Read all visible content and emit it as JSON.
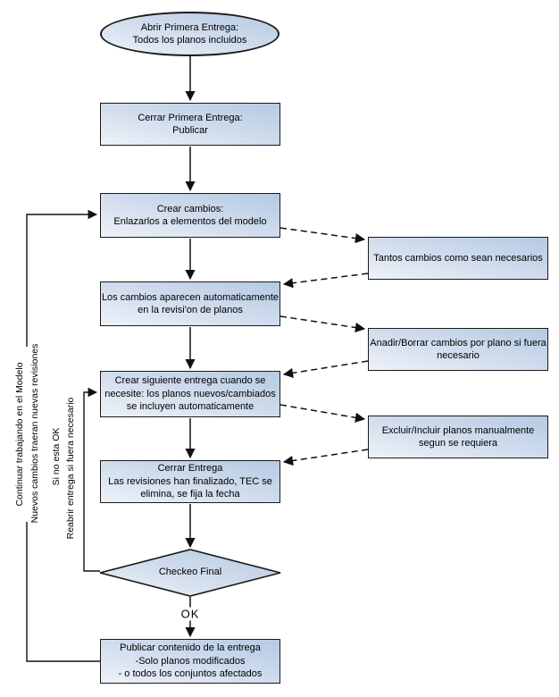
{
  "nodes": {
    "start": {
      "shape": "ellipse",
      "lines": [
        "Abrir Primera Entrega:",
        "Todos los planos incluidos"
      ]
    },
    "close_first_delivery": {
      "shape": "rect",
      "lines": [
        "Cerrar Primera Entrega:",
        "Publicar"
      ]
    },
    "create_changes": {
      "shape": "rect",
      "lines": [
        "Crear cambios:",
        "Enlazarlos a elementos del modelo"
      ]
    },
    "changes_appear": {
      "shape": "rect",
      "lines": [
        "Los cambios aparecen automaticamente",
        "en la revisi'on de planos"
      ]
    },
    "create_next_delivery": {
      "shape": "rect",
      "lines": [
        "Crear siguiente entrega cuando se",
        "necesite: los planos nuevos/cambiados",
        "se incluyen automaticamente"
      ]
    },
    "close_delivery": {
      "shape": "rect",
      "lines": [
        "Cerrar Entrega",
        "Las revisiones han finalizado, TEC se",
        "elimina, se fija la fecha"
      ]
    },
    "final_check": {
      "shape": "diamond",
      "lines": [
        "Checkeo Final"
      ]
    },
    "publish_content": {
      "shape": "rect",
      "lines": [
        "Publicar contenido de la entrega",
        "-Solo planos modificados",
        "- o todos los conjuntos afectados"
      ]
    },
    "side_changes_needed": {
      "shape": "rect",
      "lines": [
        "Tantos cambios como sean necesarios"
      ]
    },
    "side_add_remove": {
      "shape": "rect",
      "lines": [
        "Anadir/Borrar cambios por plano si fuera",
        "necesario"
      ]
    },
    "side_exclude_include": {
      "shape": "rect",
      "lines": [
        "Excluir/Incluir planos manualmente",
        "segun se requiera"
      ]
    }
  },
  "edge_labels": {
    "ok": "OK",
    "continue_working_model": "Continuar trabajando en el Modelo",
    "new_changes_revisions": "Nuevos cambios traeran nuevas revisiones",
    "if_not_ok": "Si no esta OK",
    "reopen_delivery": "Reabrir entrega si fuera necesario"
  },
  "colors": {
    "shape_fill_light": "#eef2f8",
    "shape_fill_dark": "#b5cae3",
    "shape_stroke": "#1a1a1a",
    "arrow_color": "#111111",
    "background": "#ffffff"
  }
}
